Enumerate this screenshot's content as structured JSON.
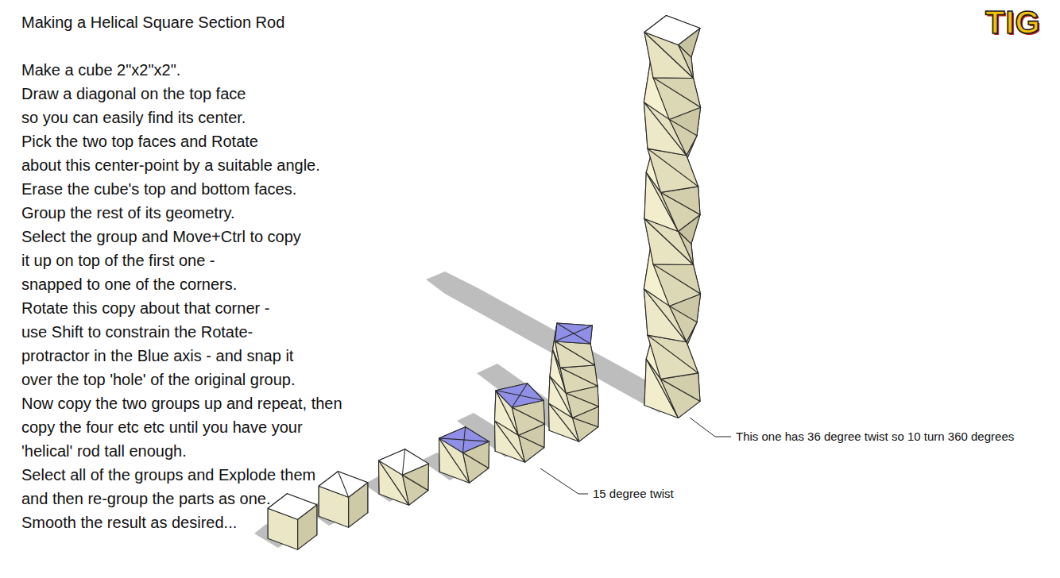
{
  "diagram": {
    "title": "Making a Helical Square Section Rod",
    "labels": [
      "Make a cube 2\"x2\"x2\".",
      "Draw a diagonal on the top face",
      "so you can easily find its center.",
      "Pick the two top faces and Rotate",
      "about this center-point by a suitable angle.",
      "Erase the cube's top and bottom faces.",
      "Group the rest of its geometry.",
      "Select the group and Move+Ctrl to copy",
      "it up on top of the first one -",
      "snapped to one of the corners.",
      "Rotate this copy about that corner -",
      "use Shift to constrain the Rotate-",
      "protractor in the Blue axis - and snap it",
      "over the top 'hole' of the original group.",
      "Now copy the two groups up and repeat, then",
      "copy the four etc etc until you have your",
      "'helical' rod tall enough.",
      "Select all of the groups and Explode them",
      "and then re-group the parts as one.",
      "Smooth the result as desired...",
      "15 degree twist",
      "This one has 36 degree twist so 10 turn 360 degrees",
      "TIG"
    ]
  }
}
